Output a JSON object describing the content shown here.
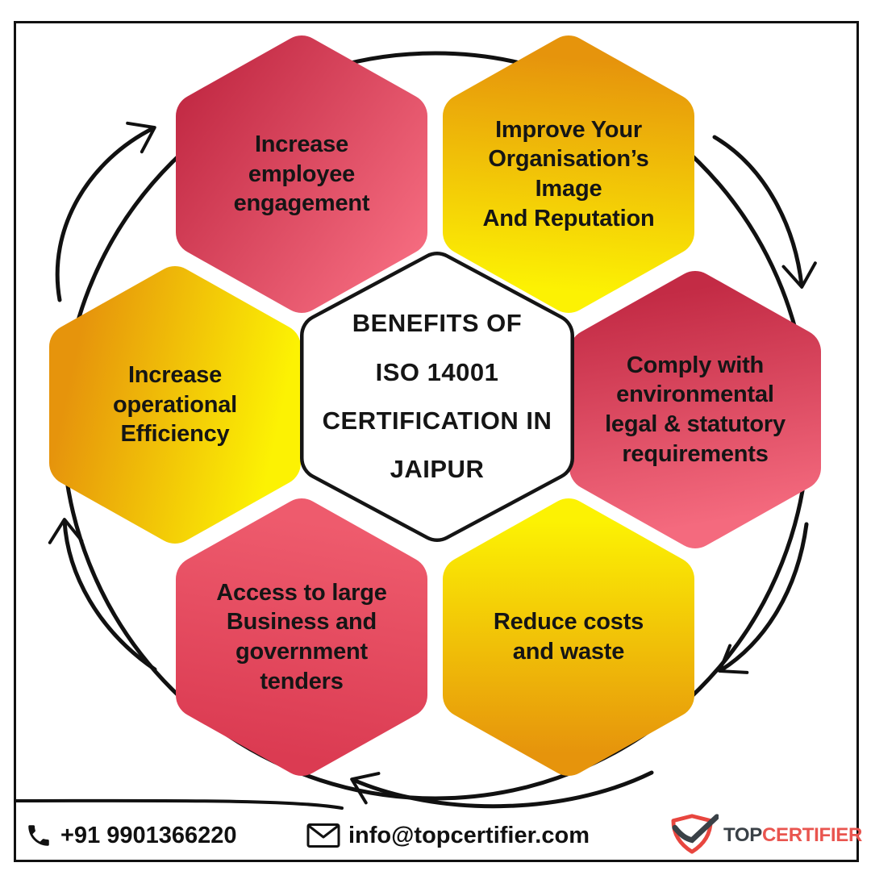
{
  "diagram": {
    "center": {
      "text": "BENEFITS OF\nISO 14001\nCERTIFICATION IN\nJAIPUR"
    },
    "hexagons": [
      {
        "position": "top-left",
        "label": "Increase\nemployee\nengagement"
      },
      {
        "position": "top-right",
        "label": "Improve Your\nOrganisation’s\nImage\nAnd Reputation"
      },
      {
        "position": "right",
        "label": "Comply with\nenvironmental\nlegal & statutory\nrequirements"
      },
      {
        "position": "bottom-right",
        "label": "Reduce costs\nand waste"
      },
      {
        "position": "bottom-left",
        "label": "Access to large\nBusiness and\ngovernment\ntenders"
      },
      {
        "position": "left",
        "label": "Increase\noperational\nEfficiency"
      }
    ]
  },
  "footer": {
    "phone": "+91 9901366220",
    "email": "info@topcertifier.com"
  },
  "logo": {
    "part1": "TOP",
    "part2": "CERTIFIER"
  },
  "icons": {
    "phone": "phone-icon",
    "email": "envelope-icon",
    "logo": "shield-check-icon"
  },
  "colors": {
    "red_dark": "#C32B45",
    "red_light": "#F46A7E",
    "red_mid_light": "#EE5B6D",
    "red_mid_dark": "#DB3B52",
    "orange": "#E6940C",
    "yellow": "#FCF203",
    "ink": "#111111",
    "logo_dark": "#3A4147",
    "logo_red": "#E9554F"
  }
}
